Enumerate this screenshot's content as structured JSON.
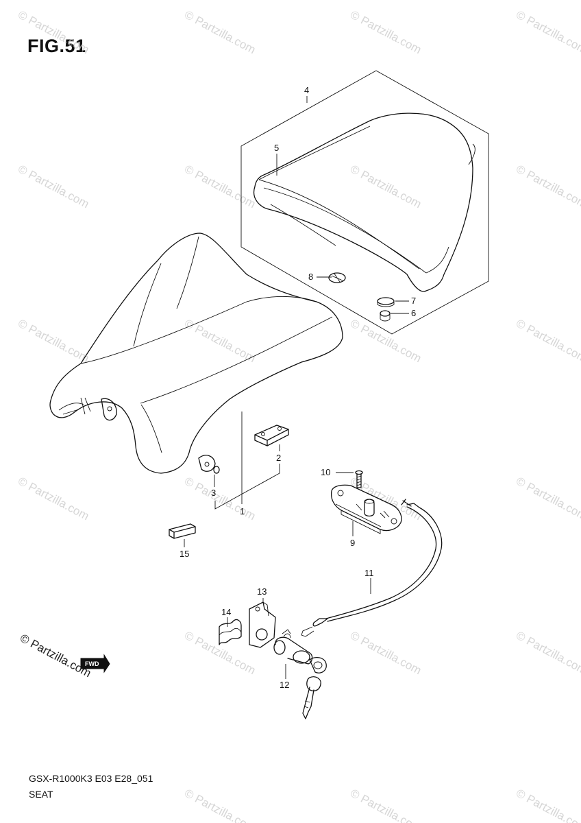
{
  "figure": {
    "title": "FIG.51",
    "model_code": "GSX-R1000K3 E03 E28_051",
    "section_name": "SEAT"
  },
  "callouts": [
    "1",
    "2",
    "3",
    "4",
    "5",
    "6",
    "7",
    "8",
    "9",
    "10",
    "11",
    "12",
    "13",
    "14",
    "15"
  ],
  "watermark": {
    "text": "© Partzilla.com",
    "color": "#c9c9c9"
  },
  "brand_mark": {
    "text": "© Partzilla.com",
    "fwd_label": "FWD"
  }
}
